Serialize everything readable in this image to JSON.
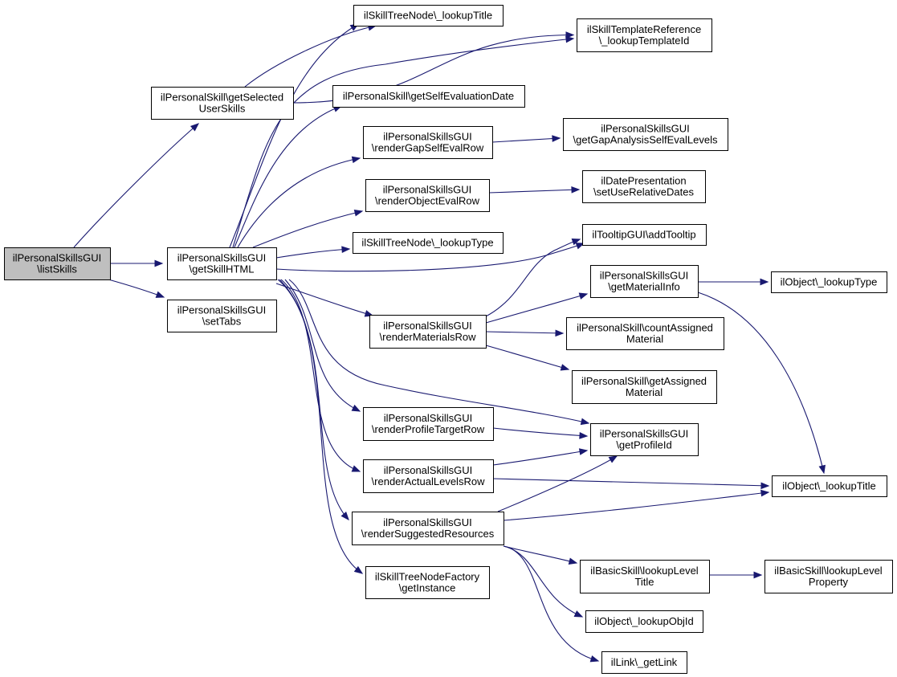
{
  "diagram": {
    "nodes": [
      {
        "id": "listSkills",
        "lines": [
          "ilPersonalSkillsGUI",
          "\\listSkills"
        ],
        "highlighted": true
      },
      {
        "id": "getSelectedUserSkills",
        "lines": [
          "ilPersonalSkill\\getSelected",
          "UserSkills"
        ]
      },
      {
        "id": "getSkillHTML",
        "lines": [
          "ilPersonalSkillsGUI",
          "\\getSkillHTML"
        ]
      },
      {
        "id": "setTabs",
        "lines": [
          "ilPersonalSkillsGUI",
          "\\setTabs"
        ]
      },
      {
        "id": "lookupTitle",
        "lines": [
          "ilSkillTreeNode\\_lookupTitle"
        ]
      },
      {
        "id": "lookupTemplateId",
        "lines": [
          "ilSkillTemplateReference",
          "\\_lookupTemplateId"
        ]
      },
      {
        "id": "getSelfEvaluationDate",
        "lines": [
          "ilPersonalSkill\\getSelfEvaluationDate"
        ]
      },
      {
        "id": "renderGapSelfEvalRow",
        "lines": [
          "ilPersonalSkillsGUI",
          "\\renderGapSelfEvalRow"
        ]
      },
      {
        "id": "getGapAnalysisSelfEvalLevels",
        "lines": [
          "ilPersonalSkillsGUI",
          "\\getGapAnalysisSelfEvalLevels"
        ]
      },
      {
        "id": "renderObjectEvalRow",
        "lines": [
          "ilPersonalSkillsGUI",
          "\\renderObjectEvalRow"
        ]
      },
      {
        "id": "setUseRelativeDates",
        "lines": [
          "ilDatePresentation",
          "\\setUseRelativeDates"
        ]
      },
      {
        "id": "skillTreeLookupType",
        "lines": [
          "ilSkillTreeNode\\_lookupType"
        ]
      },
      {
        "id": "addTooltip",
        "lines": [
          "ilTooltipGUI\\addTooltip"
        ]
      },
      {
        "id": "getMaterialInfo",
        "lines": [
          "ilPersonalSkillsGUI",
          "\\getMaterialInfo"
        ]
      },
      {
        "id": "objectLookupType",
        "lines": [
          "ilObject\\_lookupType"
        ]
      },
      {
        "id": "renderMaterialsRow",
        "lines": [
          "ilPersonalSkillsGUI",
          "\\renderMaterialsRow"
        ]
      },
      {
        "id": "countAssignedMaterial",
        "lines": [
          "ilPersonalSkill\\countAssigned",
          "Material"
        ]
      },
      {
        "id": "getAssignedMaterial",
        "lines": [
          "ilPersonalSkill\\getAssigned",
          "Material"
        ]
      },
      {
        "id": "renderProfileTargetRow",
        "lines": [
          "ilPersonalSkillsGUI",
          "\\renderProfileTargetRow"
        ]
      },
      {
        "id": "getProfileId",
        "lines": [
          "ilPersonalSkillsGUI",
          "\\getProfileId"
        ]
      },
      {
        "id": "renderActualLevelsRow",
        "lines": [
          "ilPersonalSkillsGUI",
          "\\renderActualLevelsRow"
        ]
      },
      {
        "id": "objectLookupTitle",
        "lines": [
          "ilObject\\_lookupTitle"
        ]
      },
      {
        "id": "renderSuggestedResources",
        "lines": [
          "ilPersonalSkillsGUI",
          "\\renderSuggestedResources"
        ]
      },
      {
        "id": "lookupLevelTitle",
        "lines": [
          "ilBasicSkill\\lookupLevel",
          "Title"
        ]
      },
      {
        "id": "lookupLevelProperty",
        "lines": [
          "ilBasicSkill\\lookupLevel",
          "Property"
        ]
      },
      {
        "id": "getInstance",
        "lines": [
          "ilSkillTreeNodeFactory",
          "\\getInstance"
        ]
      },
      {
        "id": "lookupObjId",
        "lines": [
          "ilObject\\_lookupObjId"
        ]
      },
      {
        "id": "getLink",
        "lines": [
          "ilLink\\_getLink"
        ]
      }
    ],
    "edges": [
      [
        "listSkills",
        "getSelectedUserSkills"
      ],
      [
        "listSkills",
        "getSkillHTML"
      ],
      [
        "listSkills",
        "setTabs"
      ],
      [
        "getSelectedUserSkills",
        "lookupTitle"
      ],
      [
        "getSelectedUserSkills",
        "lookupTemplateId"
      ],
      [
        "getSkillHTML",
        "lookupTitle"
      ],
      [
        "getSkillHTML",
        "lookupTemplateId"
      ],
      [
        "getSkillHTML",
        "getSelfEvaluationDate"
      ],
      [
        "getSkillHTML",
        "renderGapSelfEvalRow"
      ],
      [
        "getSkillHTML",
        "renderObjectEvalRow"
      ],
      [
        "getSkillHTML",
        "skillTreeLookupType"
      ],
      [
        "getSkillHTML",
        "addTooltip"
      ],
      [
        "getSkillHTML",
        "renderMaterialsRow"
      ],
      [
        "getSkillHTML",
        "getProfileId"
      ],
      [
        "getSkillHTML",
        "renderProfileTargetRow"
      ],
      [
        "getSkillHTML",
        "renderActualLevelsRow"
      ],
      [
        "getSkillHTML",
        "renderSuggestedResources"
      ],
      [
        "getSkillHTML",
        "getInstance"
      ],
      [
        "renderGapSelfEvalRow",
        "getGapAnalysisSelfEvalLevels"
      ],
      [
        "renderObjectEvalRow",
        "setUseRelativeDates"
      ],
      [
        "renderMaterialsRow",
        "addTooltip"
      ],
      [
        "renderMaterialsRow",
        "getMaterialInfo"
      ],
      [
        "renderMaterialsRow",
        "countAssignedMaterial"
      ],
      [
        "renderMaterialsRow",
        "getAssignedMaterial"
      ],
      [
        "getMaterialInfo",
        "objectLookupType"
      ],
      [
        "getMaterialInfo",
        "objectLookupTitle"
      ],
      [
        "renderProfileTargetRow",
        "getProfileId"
      ],
      [
        "renderActualLevelsRow",
        "getProfileId"
      ],
      [
        "renderActualLevelsRow",
        "objectLookupTitle"
      ],
      [
        "renderSuggestedResources",
        "getProfileId"
      ],
      [
        "renderSuggestedResources",
        "objectLookupTitle"
      ],
      [
        "renderSuggestedResources",
        "lookupLevelTitle"
      ],
      [
        "renderSuggestedResources",
        "lookupObjId"
      ],
      [
        "renderSuggestedResources",
        "getLink"
      ],
      [
        "lookupLevelTitle",
        "lookupLevelProperty"
      ]
    ],
    "colors": {
      "edge": "#191970",
      "highlighted_node_fill": "#bfbfbf",
      "node_fill": "#ffffff",
      "node_border": "#000000"
    }
  }
}
